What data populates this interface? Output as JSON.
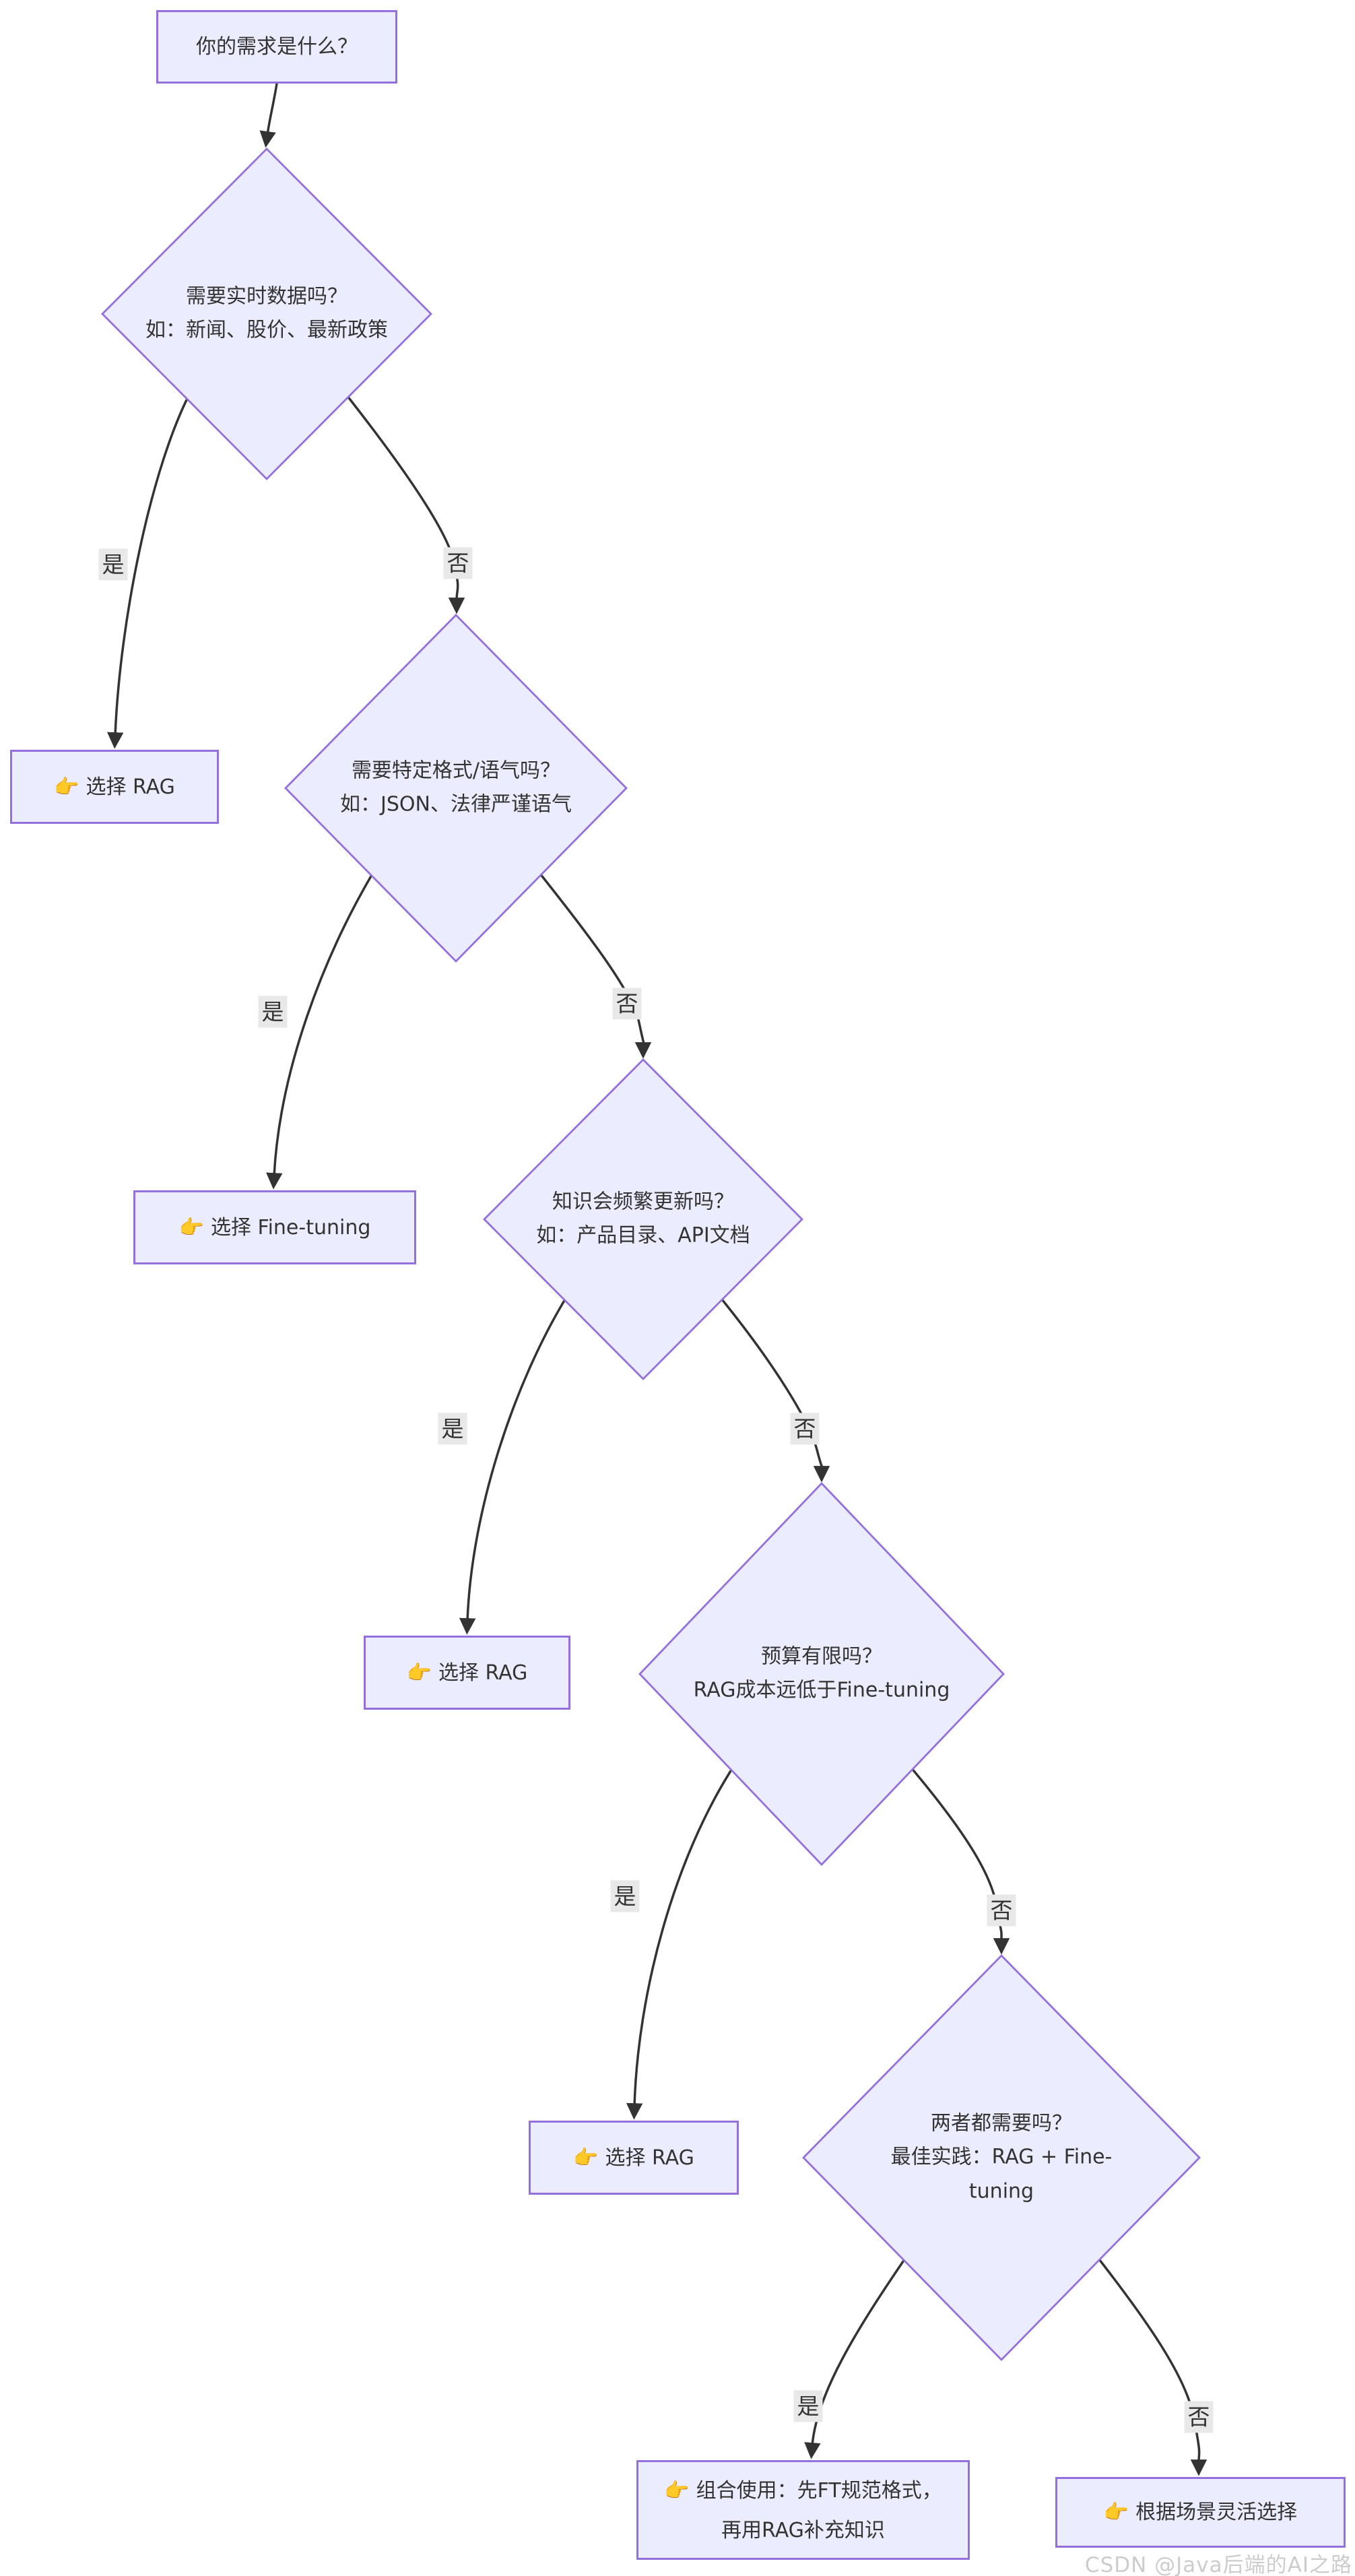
{
  "flowchart": {
    "start": {
      "label": "你的需求是什么？"
    },
    "decisions": [
      {
        "line1": "需要实时数据吗？",
        "line2": "如：新闻、股价、最新政策"
      },
      {
        "line1": "需要特定格式/语气吗？",
        "line2": "如：JSON、法律严谨语气"
      },
      {
        "line1": "知识会频繁更新吗？",
        "line2": "如：产品目录、API文档"
      },
      {
        "line1": "预算有限吗？",
        "line2": "RAG成本远低于Fine-tuning"
      },
      {
        "line1": "两者都需要吗？",
        "line2": "最佳实践：RAG + Fine-tuning"
      }
    ],
    "results": [
      {
        "icon": "👉",
        "label": "选择 RAG"
      },
      {
        "icon": "👉",
        "label": "选择 Fine-tuning"
      },
      {
        "icon": "👉",
        "label": "选择 RAG"
      },
      {
        "icon": "👉",
        "label": "选择 RAG"
      },
      {
        "icon": "👉",
        "label": "组合使用：先FT规范格式，再用RAG补充知识"
      },
      {
        "icon": "👉",
        "label": "根据场景灵活选择"
      }
    ],
    "edge_labels": {
      "yes": "是",
      "no": "否"
    },
    "colors": {
      "node_fill": "#ECECFF",
      "node_border": "#9370DB",
      "edge": "#333333",
      "edge_label_bg": "#e8e8e8",
      "text": "#333333",
      "icon": "#f7a828",
      "watermark": "#cccccc"
    },
    "watermark": "CSDN @Java后端的AI之路"
  }
}
